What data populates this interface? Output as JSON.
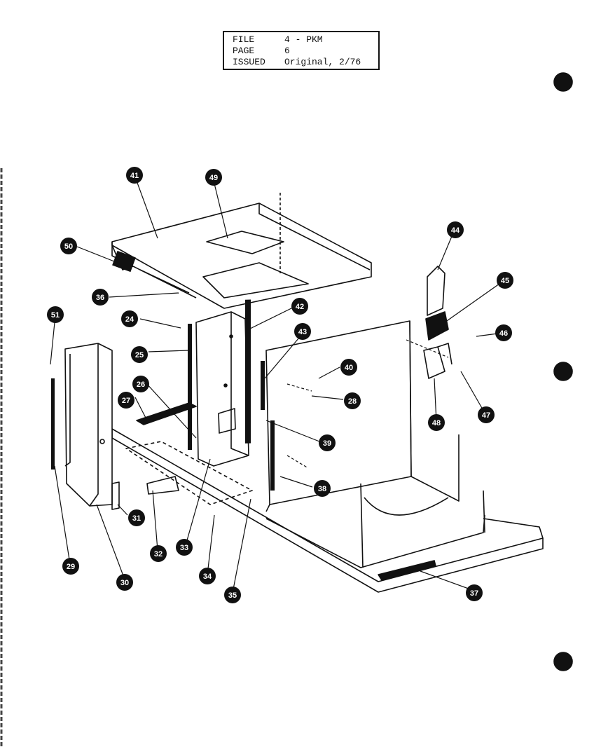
{
  "header": {
    "file_label": "FILE",
    "file_value": "4 - PKM",
    "page_label": "PAGE",
    "page_value": "6",
    "issued_label": "ISSUED",
    "issued_value": "Original, 2/76"
  },
  "callouts": [
    "41",
    "49",
    "50",
    "36",
    "24",
    "42",
    "43",
    "25",
    "26",
    "27",
    "40",
    "28",
    "39",
    "38",
    "31",
    "32",
    "33",
    "29",
    "30",
    "34",
    "35",
    "37",
    "44",
    "45",
    "46",
    "47",
    "48",
    "51"
  ],
  "colors": {
    "ink": "#111111",
    "paper": "#ffffff"
  }
}
